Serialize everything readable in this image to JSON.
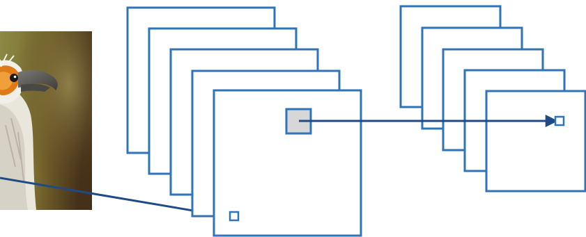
{
  "diagram": {
    "type": "convolution-feature-map-illustration",
    "photo_subject": "bird-icon",
    "layers": [
      {
        "name": "input-image",
        "kind": "photo"
      },
      {
        "name": "conv-feature-maps",
        "count": 5
      },
      {
        "name": "next-feature-maps",
        "count": 5
      }
    ],
    "connections": [
      {
        "from": "input-image",
        "to": "conv-feature-maps"
      },
      {
        "from": "conv-feature-maps",
        "to": "next-feature-maps"
      }
    ]
  },
  "colors": {
    "frame_stroke": "#2f73b8",
    "arrow": "#1e4a86",
    "receptive_fill": "#d7d7d7",
    "background": "#ffffff",
    "photo_bg_left": "#8e8d45",
    "photo_bg_right": "#4b3216",
    "beak": "#5e5c58",
    "face_orange": "#e07a16"
  }
}
